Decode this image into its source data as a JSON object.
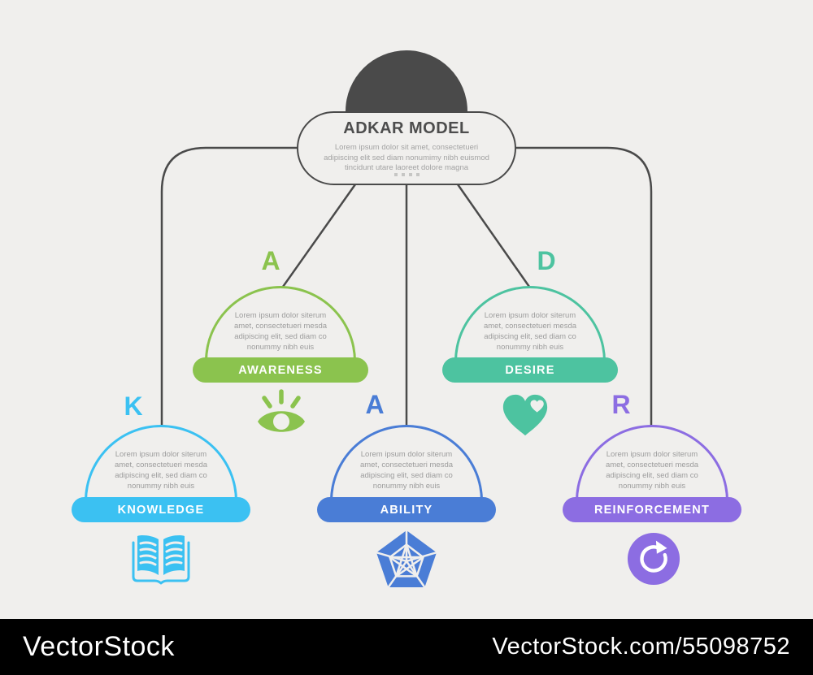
{
  "page": {
    "background": "#f0efed",
    "connector_color": "#4a4a4a"
  },
  "header": {
    "title": "ADKAR MODEL",
    "description": "Lorem ipsum dolor sit amet, consectetueri\nadipiscing elit sed diam nonumimy nibh euismod\ntincidunt utare laoreet dolore magna",
    "dots_count": 4
  },
  "nodes": [
    {
      "id": "awareness",
      "letter": "A",
      "label": "AWARENESS",
      "color": "#8bc34e",
      "icon": "eye-icon",
      "body": "Lorem ipsum dolor siterum\namet, consectetueri mesda\nadipiscing elit, sed diam co\nnonummy nibh euis"
    },
    {
      "id": "desire",
      "letter": "D",
      "label": "DESIRE",
      "color": "#4dc3a0",
      "icon": "heart-icon",
      "body": "Lorem ipsum dolor siterum\namet, consectetueri mesda\nadipiscing elit, sed diam co\nnonummy nibh euis"
    },
    {
      "id": "knowledge",
      "letter": "K",
      "label": "KNOWLEDGE",
      "color": "#3bc1f2",
      "icon": "open-book-icon",
      "body": "Lorem ipsum dolor siterum\namet, consectetueri mesda\nadipiscing elit, sed diam co\nnonummy nibh euis"
    },
    {
      "id": "ability",
      "letter": "A",
      "label": "ABILITY",
      "color": "#4a7dd6",
      "icon": "radar-pentagon-icon",
      "body": "Lorem ipsum dolor siterum\namet, consectetueri mesda\nadipiscing elit, sed diam co\nnonummy nibh euis"
    },
    {
      "id": "reinforcement",
      "letter": "R",
      "label": "REINFORCEMENT",
      "color": "#8c6de2",
      "icon": "refresh-icon",
      "body": "Lorem ipsum dolor siterum\namet, consectetueri mesda\nadipiscing elit, sed diam co\nnonummy nibh euis"
    }
  ],
  "footer": {
    "brand": "VectorStock",
    "image_ref": "VectorStock.com/55098752",
    "background": "#000000"
  }
}
